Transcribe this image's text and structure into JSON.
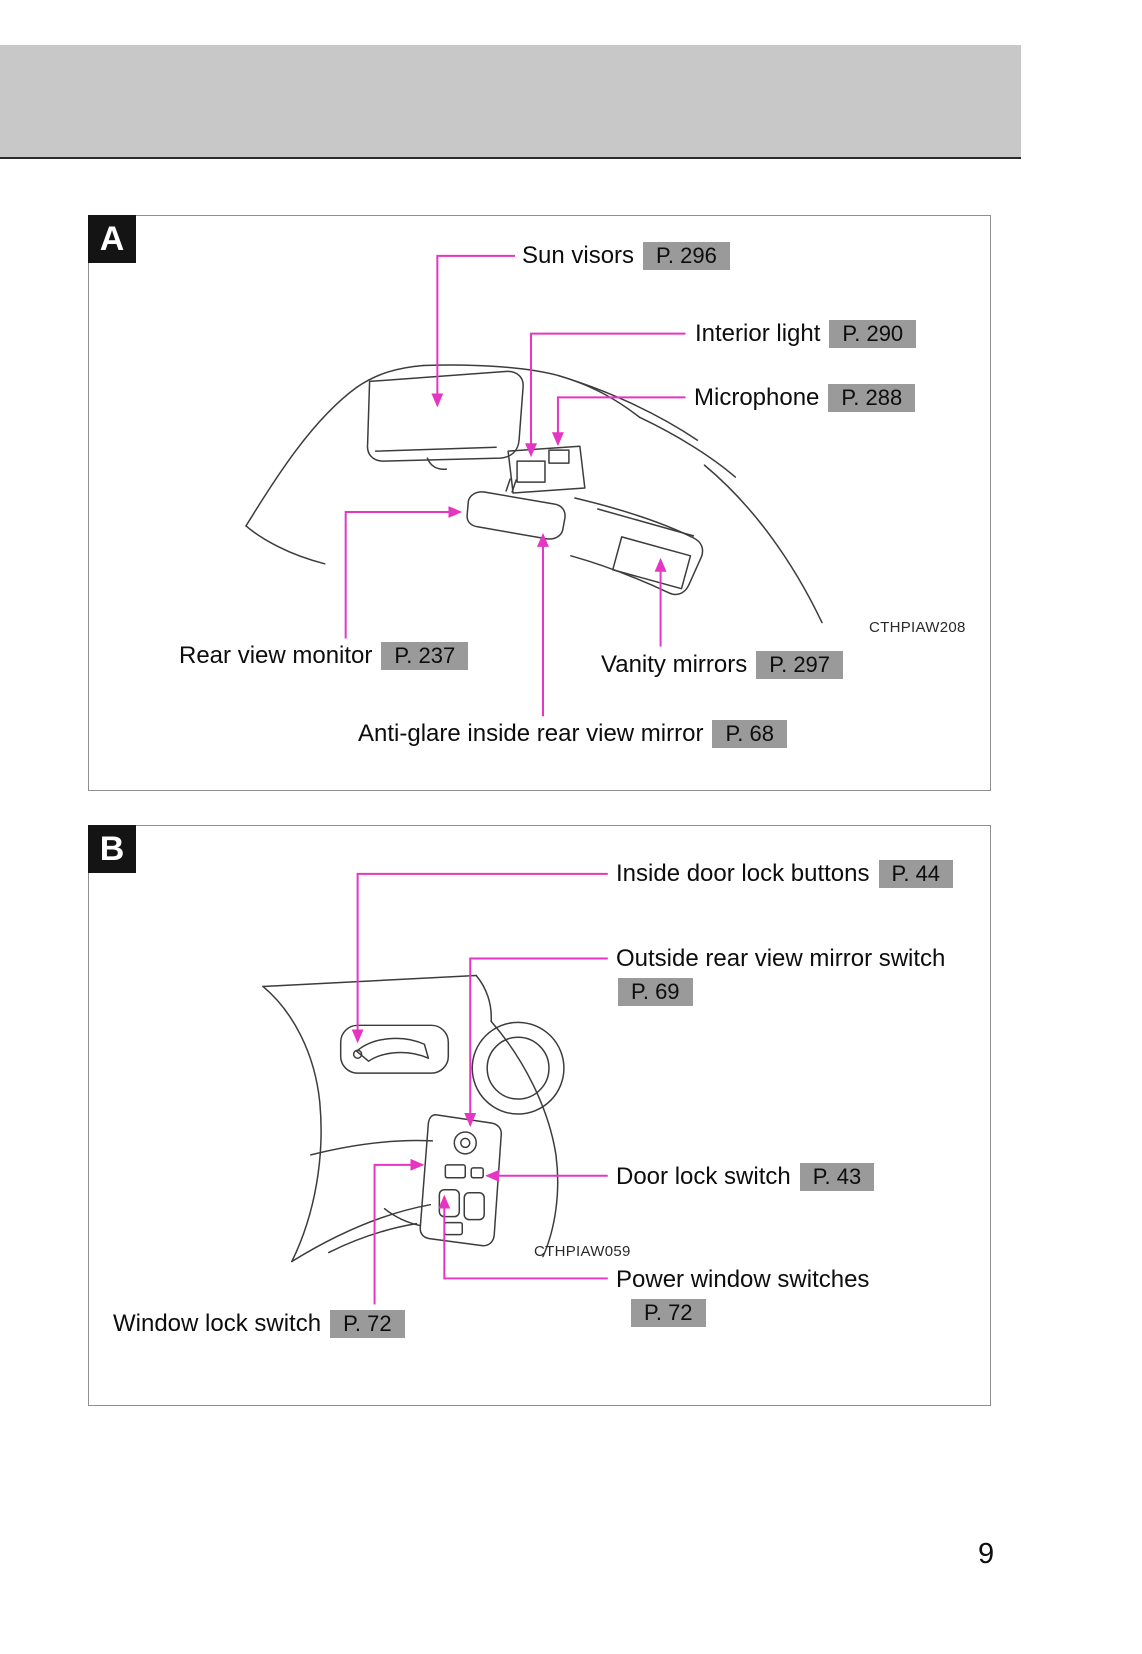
{
  "page": {
    "number": "9"
  },
  "colors": {
    "accent_callout_line": "#e536c3",
    "badge_bg": "#9a9a9a",
    "header_band_bg": "#c8c8c8",
    "panel_label_bg": "#141414"
  },
  "panels": [
    {
      "label": "A",
      "image_code": "CTHPIAW208",
      "callouts": [
        {
          "text": "Sun visors",
          "page": "P. 296"
        },
        {
          "text": "Interior light",
          "page": "P. 290"
        },
        {
          "text": "Microphone",
          "page": "P. 288"
        },
        {
          "text": "Rear view monitor",
          "page": "P. 237"
        },
        {
          "text": "Vanity mirrors",
          "page": "P. 297"
        },
        {
          "text": "Anti-glare inside rear view mirror",
          "page": "P. 68"
        }
      ]
    },
    {
      "label": "B",
      "image_code": "CTHPIAW059",
      "callouts": [
        {
          "text": "Inside door lock buttons",
          "page": "P. 44"
        },
        {
          "text": "Outside rear view mirror switch",
          "page": "P. 69"
        },
        {
          "text": "Door lock switch",
          "page": "P. 43"
        },
        {
          "text": "Power window switches",
          "page": "P. 72"
        },
        {
          "text": "Window lock switch",
          "page": "P. 72"
        }
      ]
    }
  ]
}
